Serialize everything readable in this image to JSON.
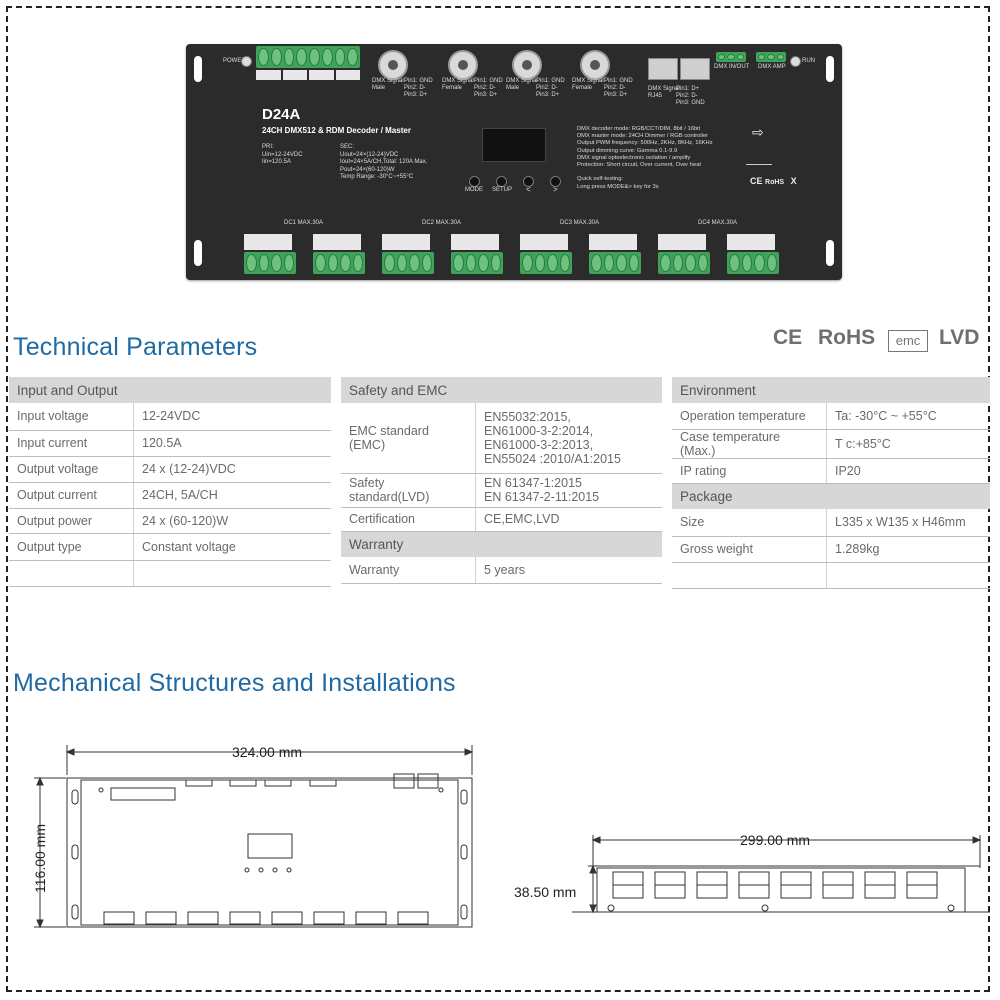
{
  "device": {
    "model": "D24A",
    "subtitle": "24CH DMX512 & RDM Decoder  / Master",
    "power_label": "POWER",
    "run_label": "RUN",
    "pri_lines": [
      "PRI:",
      "Uin=12-24VDC",
      "Iin=120.5A"
    ],
    "sec_lines": [
      "SEC:",
      "Uout=24×(12-24)VDC",
      "Iout=24×5A/CH,Total: 120A Max.",
      "Pout=24×(60-120)W",
      "Temp Range: -30°C~+55°C"
    ],
    "features": [
      "DMX decoder mode: RGB/CCT/DIM, 8bit / 16bit",
      "DMX master mode: 24CH Dimmer / RGB controller",
      "Output PWM frequency: 500Hz, 2KHz, 8KHz, 16KHz",
      "Output dimming curve: Gamma 0.1-9.9",
      "DMX signal optoelectronic isolation / amplify",
      "Protection: Short circuit, Over current, Over heat",
      "",
      "Quick self-testing:",
      "Long press MODE&> key for 3s"
    ],
    "buttons": [
      "MODE",
      "SETUP",
      "<",
      ">"
    ],
    "dc_labels": [
      "DC1 MAX.30A",
      "DC2 MAX.30A",
      "DC3 MAX.30A",
      "DC4 MAX.30A"
    ],
    "dmx_labels": [
      "DMX Signal\nMale",
      "DMX Signal\nFemale",
      "DMX Signal\nMale",
      "DMX Signal\nFemale"
    ],
    "dmx_pins": "Pin1: GND\nPin2: D-\nPin3: D+",
    "dmx_inout_label": "DMX IN/OUT",
    "dmx_amp_label": "DMX AMP",
    "rj45_label": "DMX Signal\nRJ45",
    "rj45_pins": "Pin1: D+\nPin2: D-\nPin3: GND",
    "marks": [
      "CE",
      "RoHS",
      "X"
    ]
  },
  "tech": {
    "title": "Technical Parameters",
    "certs": [
      "CE",
      "RoHS",
      "emc",
      "LVD"
    ],
    "input_output": {
      "header": "Input and Output",
      "rows": [
        [
          "Input voltage",
          "12-24VDC"
        ],
        [
          "Input current",
          "120.5A"
        ],
        [
          "Output voltage",
          "24 x (12-24)VDC"
        ],
        [
          "Output current",
          "24CH, 5A/CH"
        ],
        [
          "Output power",
          "24 x (60-120)W"
        ],
        [
          "Output type",
          "Constant voltage"
        ],
        [
          "",
          ""
        ]
      ]
    },
    "safety": {
      "header": "Safety and EMC",
      "emc_label": "EMC standard (EMC)",
      "emc_values": [
        "EN55032:2015,",
        "EN61000-3-2:2014,",
        "EN61000-3-2:2013,",
        "EN55024 :2010/A1:2015"
      ],
      "lvd_label": "Safety standard(LVD)",
      "lvd_values": [
        "EN 61347-1:2015",
        "EN 61347-2-11:2015"
      ],
      "cert_label": "Certification",
      "cert_value": "CE,EMC,LVD"
    },
    "warranty": {
      "header": "Warranty",
      "label": "Warranty",
      "value": "5 years"
    },
    "environment": {
      "header": "Environment",
      "rows": [
        [
          "Operation temperature",
          "Ta: -30°C ~ +55°C"
        ],
        [
          "Case temperature (Max.)",
          "T c:+85°C"
        ],
        [
          "IP rating",
          "IP20"
        ]
      ]
    },
    "package": {
      "header": "Package",
      "rows": [
        [
          "Size",
          "L335 x W135 x H46mm"
        ],
        [
          "Gross weight",
          "1.289kg"
        ],
        [
          "",
          ""
        ]
      ]
    }
  },
  "mech": {
    "title": "Mechanical Structures and Installations",
    "width_label": "324.00 mm",
    "height_label": "116.00 mm",
    "side_width_label": "299.00 mm",
    "side_height_label": "38.50 mm"
  }
}
